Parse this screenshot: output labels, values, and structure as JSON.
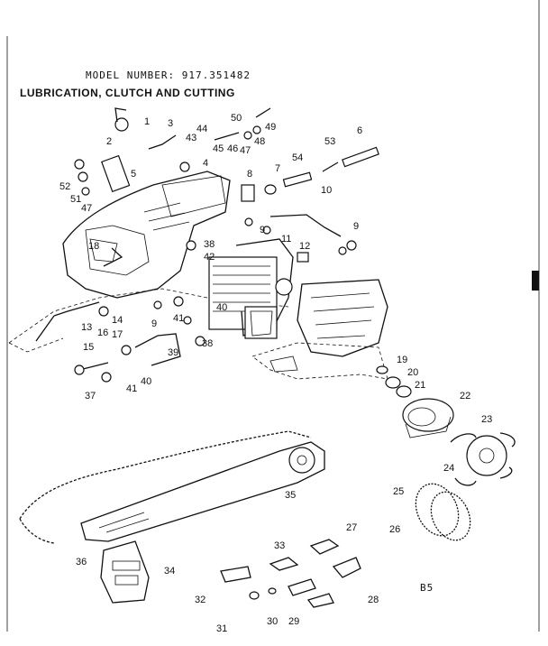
{
  "header": {
    "model_label": "MODEL NUMBER:",
    "model_number": "917.351482",
    "section_title": "LUBRICATION, CLUTCH AND CUTTING"
  },
  "page_code": "B5",
  "part_numbers": [
    "1",
    "2",
    "3",
    "4",
    "5",
    "6",
    "7",
    "8",
    "9",
    "10",
    "11",
    "12",
    "13",
    "14",
    "15",
    "16",
    "17",
    "18",
    "19",
    "20",
    "21",
    "22",
    "23",
    "24",
    "25",
    "26",
    "27",
    "28",
    "29",
    "30",
    "31",
    "32",
    "33",
    "34",
    "35",
    "36",
    "37",
    "38",
    "39",
    "40",
    "41",
    "42",
    "43",
    "44",
    "45",
    "46",
    "47",
    "48",
    "49",
    "50",
    "51",
    "52",
    "53",
    "54"
  ],
  "colors": {
    "ink": "#111111",
    "paper": "#ffffff"
  }
}
